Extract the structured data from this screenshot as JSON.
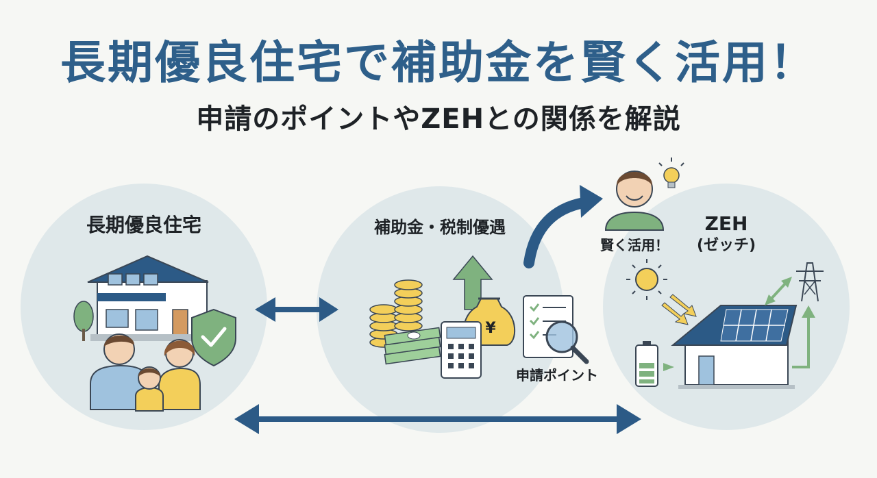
{
  "header": {
    "title": "長期優良住宅で補助金を賢く活用！",
    "subtitle": "申請のポイントやZEHとの関係を解説"
  },
  "nodes": {
    "left": {
      "label": "長期優良住宅"
    },
    "center": {
      "label": "補助金・税制優遇"
    },
    "right": {
      "label": "ZEH",
      "sublabel": "(ゼッチ)"
    }
  },
  "annotations": {
    "smart_use": "賢く活用！",
    "application_point": "申請ポイント",
    "yen_symbol": "¥"
  },
  "colors": {
    "title_blue": "#2e5f8a",
    "text_dark": "#1e2226",
    "circle_fill": "#dfe8ea",
    "arrow_blue": "#2c5a86",
    "accent_green": "#7fb27f",
    "accent_yellow": "#f3cf5a"
  }
}
